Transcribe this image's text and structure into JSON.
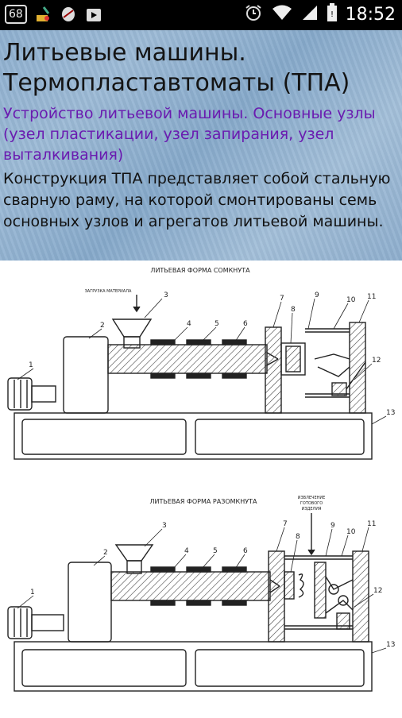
{
  "status_bar": {
    "notification_count": "68",
    "time": "18:52"
  },
  "header": {
    "title": "Литьевые машины. Термопластавтоматы (ТПА)",
    "subtitle": "Устройство литьевой машины. Основные узлы (узел пластикации, узел запирания, узел выталкивания)",
    "body": "Конструкция ТПА представляет собой стальную сварную раму, на которой смонтированы семь основных узлов и агрегатов литьевой машины."
  },
  "diagram": {
    "top_caption": "ЛИТЬЕВАЯ ФОРМА СОМКНУТА",
    "top_feed_label": "ЗАГРУЗКА МАТЕРИАЛА",
    "bottom_caption": "ЛИТЬЕВАЯ ФОРМА РАЗОМКНУТА",
    "bottom_eject_label_1": "ИЗВЛЕЧЕНИЕ",
    "bottom_eject_label_2": "ГОТОВОГО",
    "bottom_eject_label_3": "ИЗДЕЛИЯ",
    "labels": [
      "1",
      "2",
      "3",
      "4",
      "5",
      "6",
      "7",
      "8",
      "9",
      "10",
      "11",
      "12",
      "13"
    ]
  }
}
